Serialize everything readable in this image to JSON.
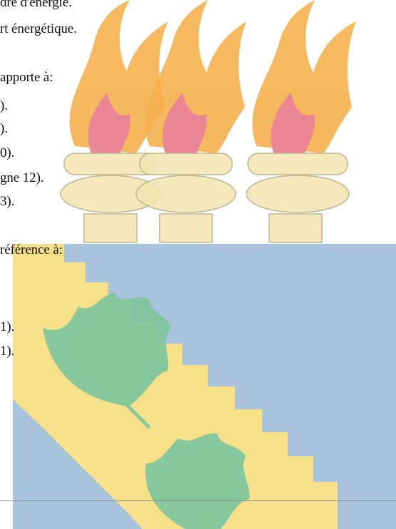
{
  "document": {
    "lines": [
      "dre d'énergie.",
      "rt énergétique.",
      "apporte à:",
      ").",
      ").",
      "0).",
      "gne 12).",
      "3).",
      "référence à:",
      "1).",
      "1)."
    ]
  },
  "watermark": {
    "colors": {
      "flame_orange": "#f6b14e",
      "flame_pink": "#e9798a",
      "torch_cream": "#f3e6b5",
      "shield_blue": "#a9c3dc",
      "shield_yellow": "#f6e08a",
      "palm_green": "#7fc59c",
      "outline_gray": "#b9ad83"
    }
  }
}
